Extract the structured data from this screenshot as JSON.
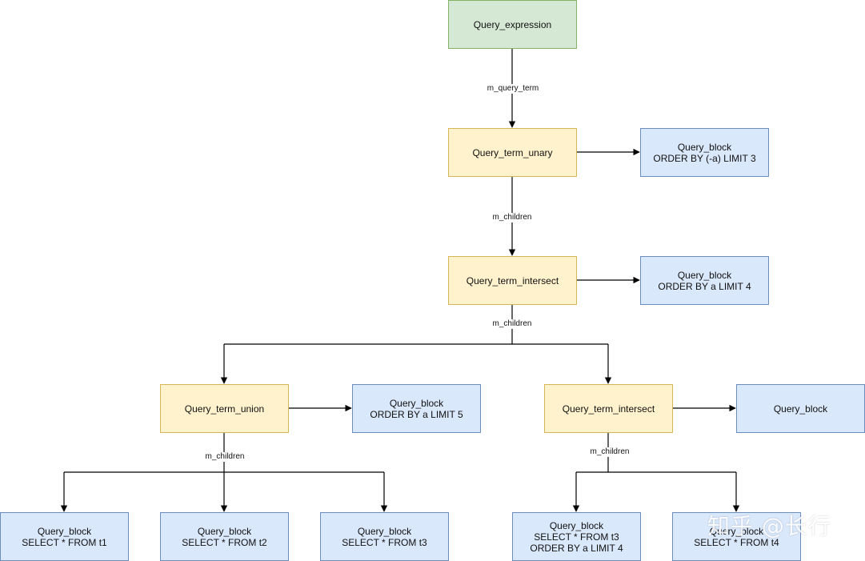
{
  "nodes": {
    "query_expression": "Query_expression",
    "query_term_unary": "Query_term_unary",
    "query_block_unary": [
      "Query_block",
      "ORDER BY (-a) LIMIT 3"
    ],
    "query_term_intersect_top": "Query_term_intersect",
    "query_block_intersect_top": [
      "Query_block",
      "ORDER BY a LIMIT 4"
    ],
    "query_term_union": "Query_term_union",
    "query_block_union": [
      "Query_block",
      "ORDER BY a LIMIT 5"
    ],
    "query_term_intersect_right": "Query_term_intersect",
    "query_block_intersect_right": [
      "Query_block"
    ],
    "leaf_t1": [
      "Query_block",
      "SELECT * FROM t1"
    ],
    "leaf_t2": [
      "Query_block",
      "SELECT * FROM t2"
    ],
    "leaf_t3": [
      "Query_block",
      "SELECT * FROM t3"
    ],
    "leaf_t3_limit": [
      "Query_block",
      "SELECT * FROM t3",
      "ORDER BY a LIMIT 4"
    ],
    "leaf_t4": [
      "Query_block",
      "SELECT * FROM t4"
    ]
  },
  "edge_labels": {
    "m_query_term": "m_query_term",
    "children_unary": "m_children",
    "children_intersect_top": "m_children",
    "children_union": "m_children",
    "children_intersect_right": "m_children"
  },
  "colors": {
    "root_fill": "#d5e8d4",
    "term_fill": "#fff2cc",
    "block_fill": "#dae8fc",
    "edge": "#000000"
  },
  "watermark": "知乎 @长行"
}
